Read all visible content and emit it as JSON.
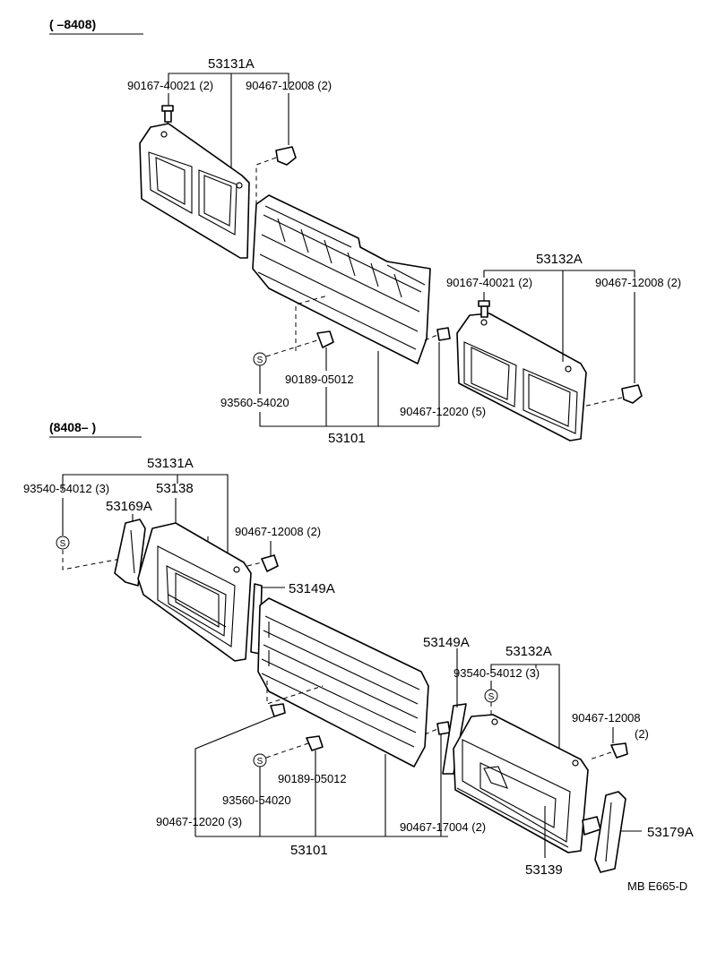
{
  "section_top": {
    "range_label": "(        –8408)",
    "labels": {
      "p53131A": "53131A",
      "p90167_40021": "90167-40021 (2)",
      "p90467_12008": "90467-12008 (2)",
      "p53132A": "53132A",
      "p90167_40021_r": "90167-40021 (2)",
      "p90467_12008_r": "90467-12008 (2)",
      "p90189_05012": "90189-05012",
      "p93560_54020": "93560-54020",
      "p90467_12020": "90467-12020 (5)",
      "p53101": "53101"
    }
  },
  "section_bottom": {
    "range_label": "(8408–         )",
    "labels": {
      "p53131A": "53131A",
      "p93540_54012": "93540-54012 (3)",
      "p53138": "53138",
      "p53169A": "53169A",
      "p90467_12008": "90467-12008 (2)",
      "p53149A_l": "53149A",
      "p53149A_r": "53149A",
      "p53132A": "53132A",
      "p93540_54012_r": "93540-54012 (3)",
      "p90467_12008_r": "90467-12008",
      "p90467_12008_r_qty": "(2)",
      "p90189_05012": "90189-05012",
      "p93560_54020": "93560-54020",
      "p90467_12020": "90467-12020 (3)",
      "p90467_17004": "90467-17004 (2)",
      "p53101": "53101",
      "p53139": "53139",
      "p53179A": "53179A"
    }
  },
  "footer": {
    "code": "MB   E665-D"
  },
  "symbols": {
    "s": "S"
  }
}
